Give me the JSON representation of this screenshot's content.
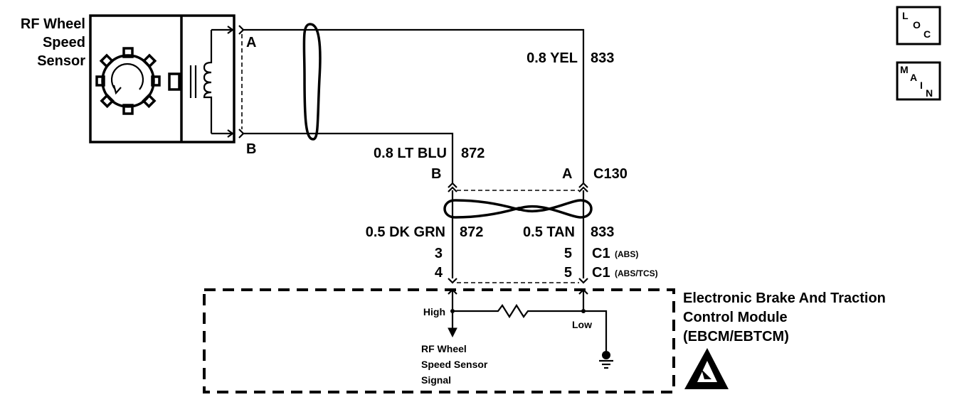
{
  "sensor": {
    "name_line1": "RF Wheel",
    "name_line2": "Speed",
    "name_line3": "Sensor",
    "pin_a": "A",
    "pin_b": "B"
  },
  "wires_upper": {
    "yel_label": "0.8 YEL",
    "yel_circuit": "833",
    "blu_label": "0.8 LT BLU",
    "blu_circuit": "872"
  },
  "connector_c130": {
    "name": "C130",
    "pin_b": "B",
    "pin_a": "A"
  },
  "wires_lower": {
    "grn_label": "0.5 DK GRN",
    "grn_circuit": "872",
    "tan_label": "0.5 TAN",
    "tan_circuit": "833"
  },
  "connector_c1": {
    "left_pin_abs": "3",
    "left_pin_tcs": "4",
    "right_pin_abs": "5",
    "right_pin_tcs": "5",
    "name_abs": "C1",
    "note_abs": "(ABS)",
    "name_tcs": "C1",
    "note_tcs": "(ABS/TCS)"
  },
  "module": {
    "title_line1": "Electronic Brake And Traction",
    "title_line2": "Control Module",
    "title_line3": "(EBCM/EBTCM)",
    "high_label": "High",
    "low_label": "Low",
    "signal_line1": "RF Wheel",
    "signal_line2": "Speed Sensor",
    "signal_line3": "Signal"
  },
  "nav": {
    "loc_l": "L",
    "loc_o": "O",
    "loc_c": "C",
    "main_m": "M",
    "main_a": "A",
    "main_i": "I",
    "main_n": "N"
  },
  "icons": {
    "esd": "esd-warning-icon",
    "ground": "ground-icon"
  }
}
